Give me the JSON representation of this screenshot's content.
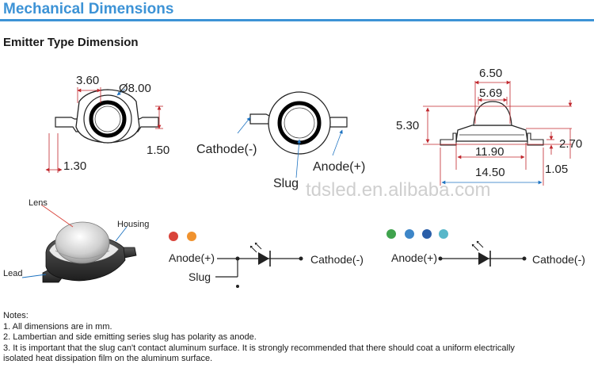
{
  "header": {
    "title": "Mechanical Dimensions",
    "accent_color": "#3d93d6"
  },
  "subtitle": "Emitter Type Dimension",
  "top_view": {
    "dim_width": "3.60",
    "dim_diameter": "Ø8.00",
    "dim_height": "1.50",
    "dim_lead": "1.30"
  },
  "polarity_view": {
    "cathode_label": "Cathode(-)",
    "slug_label": "Slug",
    "anode_label": "Anode(+)"
  },
  "side_view": {
    "dim_top_outer": "6.50",
    "dim_top_inner": "5.69",
    "dim_total_height": "5.30",
    "dim_body_height": "2.70",
    "dim_body_width": "11.90",
    "dim_total_width": "14.50",
    "dim_lead_thick": "1.05"
  },
  "watermark": "tdsled.en.alibaba.com",
  "perspective": {
    "lens_label": "Lens",
    "housing_label": "Housing",
    "lead_label": "Lead"
  },
  "circuit_left": {
    "dot_colors": [
      "#d9433a",
      "#f0922e"
    ],
    "anode_label": "Anode(+)",
    "cathode_label": "Cathode(-)",
    "slug_label": "Slug"
  },
  "circuit_right": {
    "dot_colors": [
      "#3fa34d",
      "#3d86c8",
      "#2a5ea8",
      "#58b7c9"
    ],
    "anode_label": "Anode(+)",
    "cathode_label": "Cathode(-)"
  },
  "notes": {
    "heading": "Notes:",
    "items": [
      "1. All dimensions are in mm.",
      "2. Lambertian and side emitting series slug has polarity as anode.",
      "3. It is important that the slug can't contact aluminum surface. It is strongly recommended that there should coat a uniform electrically",
      "isolated heat dissipation film on the aluminum surface."
    ]
  }
}
